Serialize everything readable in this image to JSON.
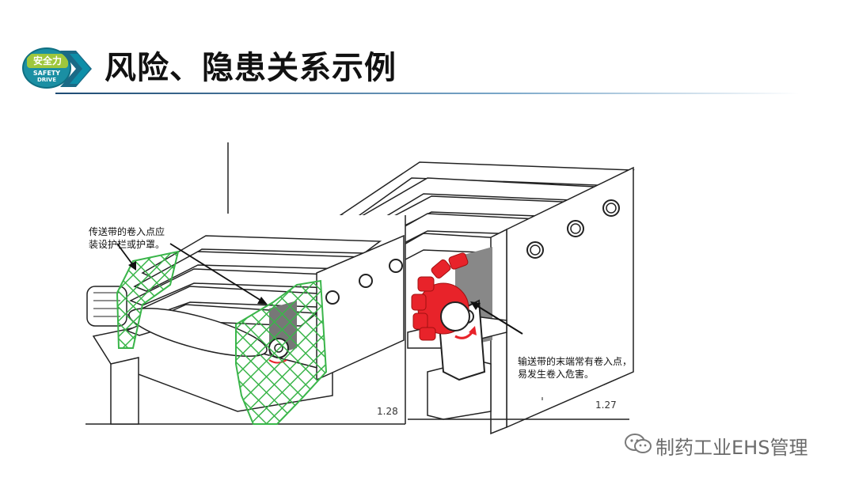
{
  "header": {
    "logo_top": "安全力",
    "logo_line1": "SAFETY",
    "logo_line2": "DRIVE",
    "title": "风险、隐患关系示例"
  },
  "figures": {
    "left": {
      "note_line1": "传送带的卷入点应",
      "note_line2": "装设护栏或护罩。",
      "number": "1.28"
    },
    "right": {
      "note_line1": "输送带的末端常有卷入点，",
      "note_line2": "易发生卷入危害。",
      "number": "1.27"
    }
  },
  "footer": {
    "text": "制药工业EHS管理"
  },
  "colors": {
    "guard_green": "#3ab54a",
    "hazard_red": "#e8232a",
    "title_rule": "#1e4b73",
    "chevron": "#1a6a86"
  }
}
